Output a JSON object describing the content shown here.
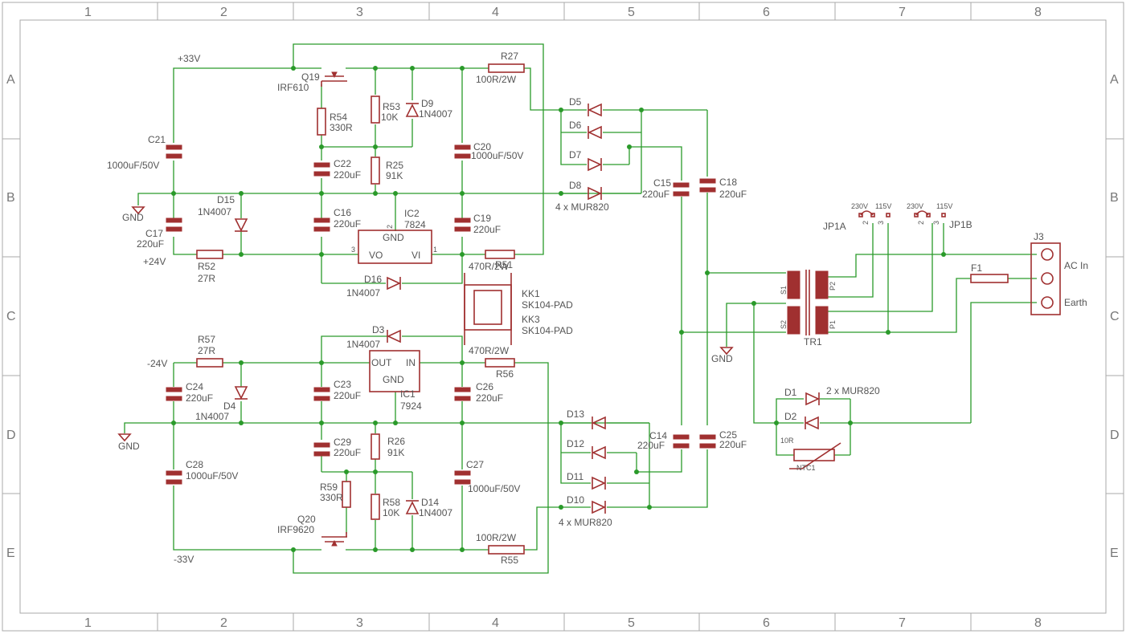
{
  "grid": {
    "columns": [
      "1",
      "2",
      "3",
      "4",
      "5",
      "6",
      "7",
      "8"
    ],
    "rows": [
      "A",
      "B",
      "C",
      "D",
      "E"
    ]
  },
  "labels": {
    "plus33v": "+33V",
    "minus33v": "-33V",
    "plus24v": "+24V",
    "minus24v": "-24V",
    "gnd": "GND",
    "q19": "Q19",
    "q19_val": "IRF610",
    "q20": "Q20",
    "q20_val": "IRF9620",
    "r27": "R27",
    "r27_val": "100R/2W",
    "r55": "R55",
    "r55_val": "100R/2W",
    "r53": "R53",
    "r53_val": "10K",
    "r58": "R58",
    "r58_val": "10K",
    "r54": "R54",
    "r54_val": "330R",
    "r59": "R59",
    "r59_val": "330R",
    "r25": "R25",
    "r25_val": "91K",
    "r26": "R26",
    "r26_val": "91K",
    "r51": "R51",
    "r51_val": "470R/2W",
    "r56": "R56",
    "r56_val": "470R/2W",
    "r52": "R52",
    "r52_val": "27R",
    "r57": "R57",
    "r57_val": "27R",
    "d9": "D9",
    "d9_val": "1N4007",
    "d14": "D14",
    "d14_val": "1N4007",
    "d15": "D15",
    "d15_val": "1N4007",
    "d4": "D4",
    "d4_val": "1N4007",
    "d16": "D16",
    "d16_val": "1N4007",
    "d3": "D3",
    "d3_val": "1N4007",
    "c21": "C21",
    "c21_val": "1000uF/50V",
    "c28": "C28",
    "c28_val": "1000uF/50V",
    "c20": "C20",
    "c20_val": "1000uF/50V",
    "c27": "C27",
    "c27_val": "1000uF/50V",
    "c22": "C22",
    "c22_val": "220uF",
    "c16": "C16",
    "c16_val": "220uF",
    "c19": "C19",
    "c19_val": "220uF",
    "c17": "C17",
    "c17_val": "220uF",
    "c23": "C23",
    "c23_val": "220uF",
    "c24": "C24",
    "c24_val": "220uF",
    "c26": "C26",
    "c26_val": "220uF",
    "c29": "C29",
    "c29_val": "220uF",
    "c15": "C15",
    "c15_val": "220uF",
    "c18": "C18",
    "c18_val": "220uF",
    "c14": "C14",
    "c14_val": "220uF",
    "c25": "C25",
    "c25_val": "220uF",
    "ic2": "IC2",
    "ic2_val": "7824",
    "ic1": "IC1",
    "ic1_val": "7924",
    "ic_gnd": "GND",
    "ic_vo": "VO",
    "ic_vi": "VI",
    "ic_out": "OUT",
    "ic_in": "IN",
    "pin1": "1",
    "pin2": "2",
    "pin3": "3",
    "kk1": "KK1",
    "kk1_val": "SK104-PAD",
    "kk3": "KK3",
    "kk3_val": "SK104-PAD",
    "d5": "D5",
    "d6": "D6",
    "d7": "D7",
    "d8": "D8",
    "d13": "D13",
    "d12": "D12",
    "d11": "D11",
    "d10": "D10",
    "mur_top": "4 x MUR820",
    "mur_bot": "4 x MUR820",
    "d1": "D1",
    "d2": "D2",
    "mur2": "2 x MUR820",
    "ntc": "NTC1",
    "ntc_val": "10R",
    "tr1": "TR1",
    "s1": "S1",
    "s2": "S2",
    "p1": "P1",
    "p2": "P2",
    "jp1a": "JP1A",
    "jp1b": "JP1B",
    "v230": "230V",
    "v115": "115V",
    "f1": "F1",
    "j3": "J3",
    "ac_in": "AC In",
    "earth": "Earth"
  },
  "colors": {
    "wire": "#2a9a2a",
    "part": "#a03030",
    "text": "#555555",
    "frame": "#aaaaaa"
  }
}
